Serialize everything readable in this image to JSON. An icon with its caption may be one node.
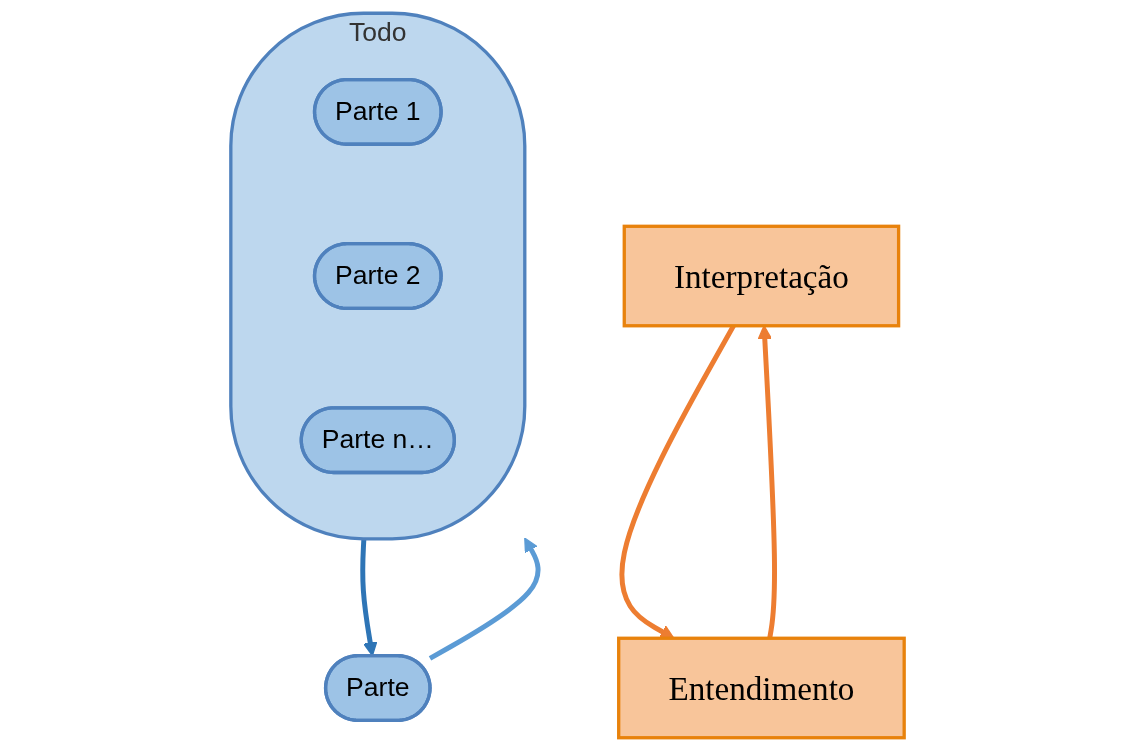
{
  "diagram": {
    "nodes": [
      {
        "text": [
          "Todo"
        ]
      },
      {
        "text": [
          "Parte 1"
        ],
        "in": 0
      },
      {
        "text": [
          "Parte 2"
        ],
        "in": 0
      },
      {
        "text": [
          "Parte n…"
        ],
        "in": 0
      },
      {
        "text": [
          "Interpretação"
        ]
      },
      {
        "text": [
          "Entendimento"
        ]
      },
      {
        "text": [
          "Parte"
        ]
      }
    ],
    "edges": [
      {
        "from": 4,
        "to": 5,
        "arrow": "to",
        "color": "#ed7d31"
      },
      {
        "from": 5,
        "to": 4,
        "arrow": "to",
        "color": "#ed7d31"
      },
      {
        "from": 0,
        "to": 6,
        "arrow": "to",
        "color": "#2e75b6"
      },
      {
        "from": 6,
        "to": 0,
        "arrow": "to",
        "color": "#5b9bd5"
      }
    ]
  }
}
